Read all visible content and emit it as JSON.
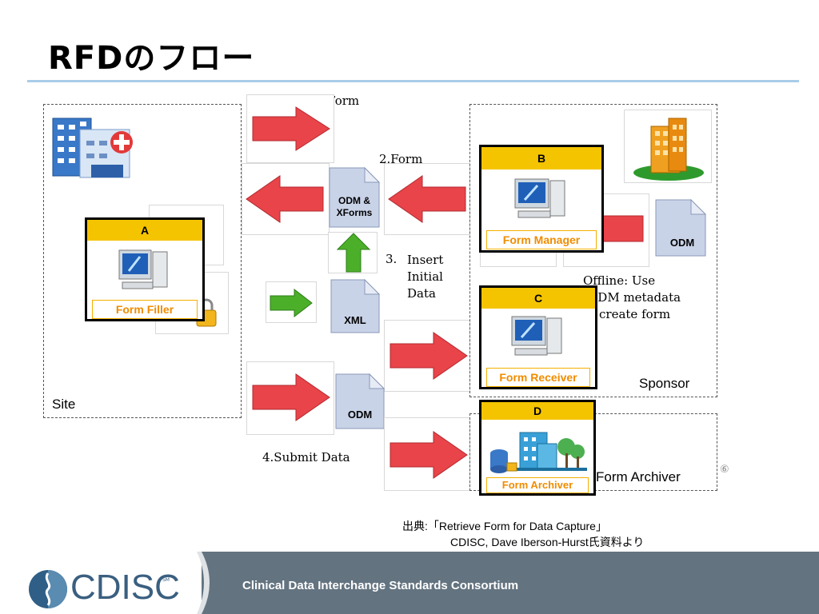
{
  "page": {
    "title": "RFDのフロー"
  },
  "regions": {
    "site": "Site",
    "sponsor": "Sponsor"
  },
  "steps": {
    "request_form": "1.Request Form",
    "form": "2.Form",
    "insert_line1": "3.",
    "insert_line2": "Insert",
    "insert_line3": "Initial",
    "insert_line4": "Data",
    "submit": "4.Submit Data"
  },
  "offline_note": {
    "line1": "Offline: Use",
    "line2": "ODM metadata",
    "line3": "create form"
  },
  "docs": {
    "odm_xforms_1": "ODM &",
    "odm_xforms_2": "XForms",
    "xml": "XML",
    "odm_submit": "ODM",
    "odm_sponsor": "ODM"
  },
  "cards": {
    "a": {
      "letter": "A",
      "label": "Form Filler"
    },
    "b": {
      "letter": "B",
      "label": "Form Manager"
    },
    "c": {
      "letter": "C",
      "label": "Form Receiver"
    },
    "d": {
      "letter": "D",
      "label": "Form Archiver"
    }
  },
  "archiver_label": "Form Archiver",
  "page_number": "⑥",
  "source": {
    "line1": "出典:「Retrieve Form for Data Capture」",
    "line2": "CDISC,  Dave Iberson-Hurst氏資料より"
  },
  "footer": {
    "logo": "CDISC",
    "logo_mark": "SM",
    "tagline": "Clinical Data Interchange Standards Consortium"
  },
  "colors": {
    "arrow_red": "#e8444a",
    "arrow_green": "#4caf2a",
    "card_header": "#f5c400",
    "footer_bar": "#637380",
    "rule": "#a9cde8"
  }
}
